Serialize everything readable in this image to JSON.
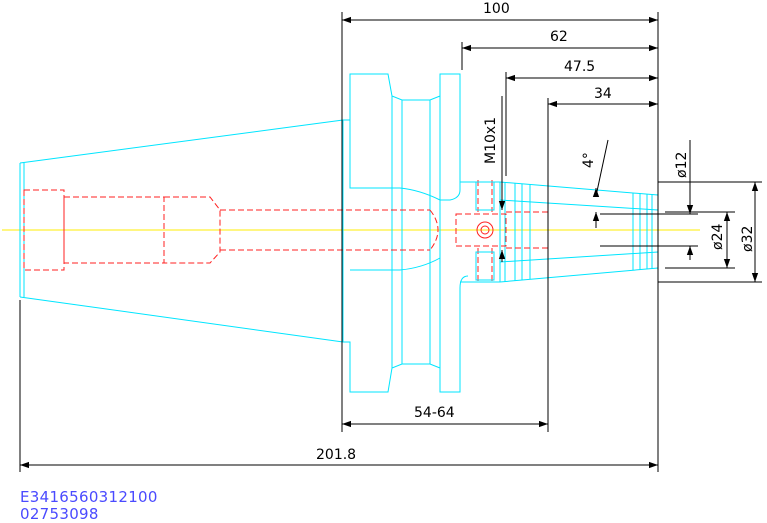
{
  "colors": {
    "outline": "#00e5ff",
    "hidden": "#ff2020",
    "centerline": "#ffee00",
    "dimension": "#000000",
    "part_code": "#4a4aff"
  },
  "dimensions": {
    "overall_length": "201.8",
    "flange_to_nose": "100",
    "gauge_to_nose": "62",
    "thread_to_nose": "47.5",
    "taper_length": "34",
    "adjust_range": "54-64",
    "thread": "M10x1",
    "taper_angle": "4°",
    "dia_12": "ø12",
    "dia_24": "ø24",
    "dia_32": "ø32"
  },
  "part_codes": {
    "line1": "E3416560312100",
    "line2": "02753098"
  }
}
